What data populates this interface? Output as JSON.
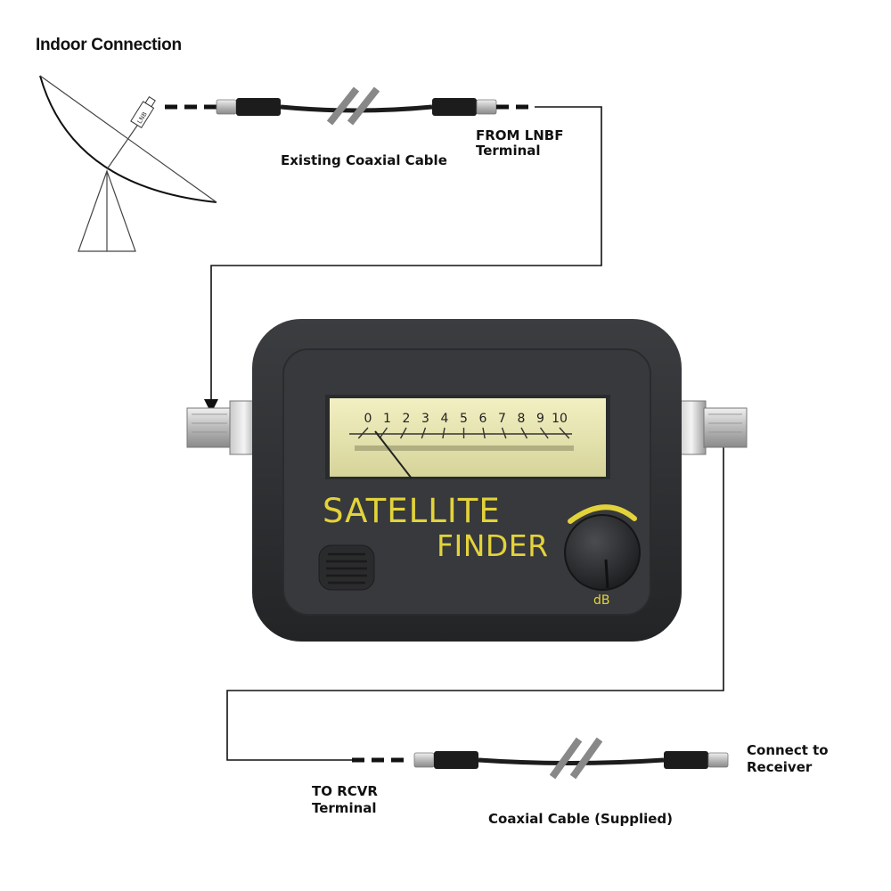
{
  "title": "Indoor Connection",
  "labels": {
    "existing_cable": "Existing Coaxial Cable",
    "from_lnbf_line1": "FROM LNBF",
    "from_lnbf_line2": "Terminal",
    "to_rcvr_line1": "TO RCVR",
    "to_rcvr_line2": "Terminal",
    "connect_line1": "Connect to",
    "connect_line2": "Receiver",
    "supplied_cable": "Coaxial Cable (Supplied)"
  },
  "lnb_label": "LNB",
  "device": {
    "brand_line1": "SATELLITE",
    "brand_line2": "FINDER",
    "knob_label": "dB",
    "meter_scale": [
      "0",
      "1",
      "2",
      "3",
      "4",
      "5",
      "6",
      "7",
      "8",
      "9",
      "10"
    ],
    "needle_value": 0
  },
  "colors": {
    "device_body": "#2e3033",
    "device_face": "#3a3c3f",
    "meter_window": "#e8e6b2",
    "brand_text": "#e3d33a",
    "wire": "#111111"
  }
}
